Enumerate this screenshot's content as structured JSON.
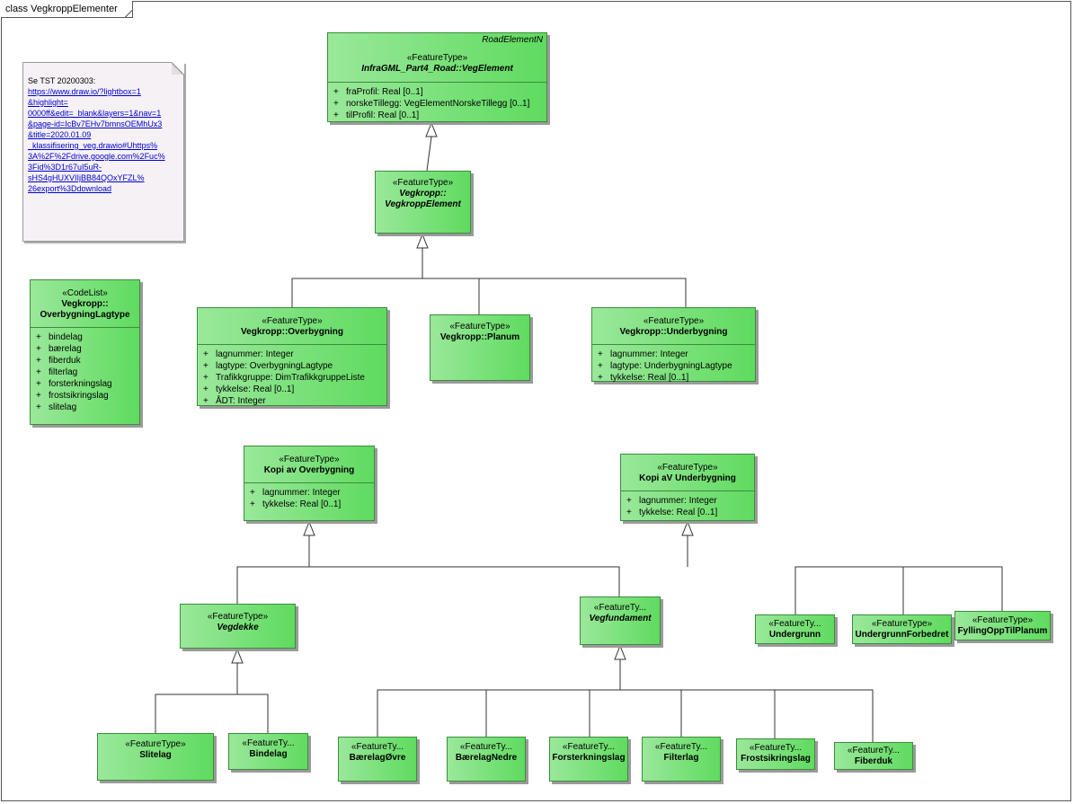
{
  "frame": {
    "label": "class VegkroppElementer"
  },
  "note": {
    "text": "Se  TST 20200303:",
    "link_lines": [
      "https://www.draw.io/?lightbox=1",
      "&highlight=",
      "0000ff&edit=_blank&layers=1&nav=1",
      "&page-id=IcBv7EHv7bmnsOEMhUx3",
      "&title=2020.01.09",
      "_klassifisering_veg.drawio#Uhttps%",
      "3A%2F%2Fdrive.google.com%2Fuc%",
      "3Fid%3D1r67uI5uR-",
      "sHS4gHUXVIIjBB84QOxYFZL%",
      "26export%3Ddownload"
    ]
  },
  "classes": {
    "vegelement": {
      "tag": "RoadElementN",
      "stereotype": "«FeatureType»",
      "name": "InfraGML_Part4_Road::VegElement",
      "attrs": [
        {
          "v": "+",
          "t": "fraProfil: Real [0..1]"
        },
        {
          "v": "+",
          "t": "norskeTillegg: VegElementNorskeTillegg [0..1]"
        },
        {
          "v": "+",
          "t": "tilProfil: Real [0..1]"
        }
      ]
    },
    "vegkroppelement": {
      "stereotype": "«FeatureType»",
      "name_line1": "Vegkropp::",
      "name_line2": "VegkroppElement"
    },
    "codelist": {
      "stereotype": "«CodeList»",
      "name_line1": "Vegkropp::",
      "name_line2": "OverbygningLagtype",
      "attrs": [
        {
          "v": "+",
          "t": "bindelag"
        },
        {
          "v": "+",
          "t": "bærelag"
        },
        {
          "v": "+",
          "t": "fiberduk"
        },
        {
          "v": "+",
          "t": "filterlag"
        },
        {
          "v": "+",
          "t": "forsterkningslag"
        },
        {
          "v": "+",
          "t": "frostsikringslag"
        },
        {
          "v": "+",
          "t": "slitelag"
        }
      ]
    },
    "overbygning": {
      "stereotype": "«FeatureType»",
      "name": "Vegkropp::Overbygning",
      "attrs": [
        {
          "v": "+",
          "t": "lagnummer: Integer"
        },
        {
          "v": "+",
          "t": "lagtype: OverbygningLagtype"
        },
        {
          "v": "+",
          "t": "Trafikkgruppe: DimTrafikkgruppeListe"
        },
        {
          "v": "+",
          "t": "tykkelse: Real [0..1]"
        },
        {
          "v": "+",
          "t": "ÅDT: Integer"
        }
      ]
    },
    "planum": {
      "stereotype": "«FeatureType»",
      "name": "Vegkropp::Planum"
    },
    "underbygning": {
      "stereotype": "«FeatureType»",
      "name": "Vegkropp::Underbygning",
      "attrs": [
        {
          "v": "+",
          "t": "lagnummer: Integer"
        },
        {
          "v": "+",
          "t": "lagtype: UnderbygningLagtype"
        },
        {
          "v": "+",
          "t": "tykkelse: Real [0..1]"
        }
      ]
    },
    "kopi_overbygning": {
      "stereotype": "«FeatureType»",
      "name": "Kopi av Overbygning",
      "attrs": [
        {
          "v": "+",
          "t": "lagnummer: Integer"
        },
        {
          "v": "+",
          "t": "tykkelse: Real [0..1]"
        }
      ]
    },
    "kopi_underbygning": {
      "stereotype": "«FeatureType»",
      "name": "Kopi aV Underbygning",
      "attrs": [
        {
          "v": "+",
          "t": "lagnummer: Integer"
        },
        {
          "v": "+",
          "t": "tykkelse: Real [0..1]"
        }
      ]
    },
    "vegdekke": {
      "stereotype": "«FeatureType»",
      "name": "Vegdekke"
    },
    "vegfundament": {
      "stereotype": "«FeatureTy...",
      "name": "Vegfundament"
    },
    "undergrunn": {
      "stereotype": "«FeatureTy...",
      "name": "Undergrunn"
    },
    "undergrunnforbedret": {
      "stereotype": "«FeatureType»",
      "name": "UndergrunnForbedret"
    },
    "fyllingopptilplanum": {
      "stereotype": "«FeatureType»",
      "name": "FyllingOppTilPlanum"
    },
    "slitelag": {
      "stereotype": "«FeatureType»",
      "name": "Slitelag"
    },
    "bindelag": {
      "stereotype": "«FeatureTy...",
      "name": "Bindelag"
    },
    "baerelagovre": {
      "stereotype": "«FeatureTy...",
      "name": "BærelagØvre"
    },
    "baerelagnedre": {
      "stereotype": "«FeatureTy...",
      "name": "BærelagNedre"
    },
    "forsterkningslag": {
      "stereotype": "«FeatureTy...",
      "name": "Forsterkningslag"
    },
    "filterlag": {
      "stereotype": "«FeatureTy...",
      "name": "Filterlag"
    },
    "frostsikringslag": {
      "stereotype": "«FeatureTy...",
      "name": "Frostsikringslag"
    },
    "fiberduk": {
      "stereotype": "«FeatureTy...",
      "name": "Fiberduk"
    }
  }
}
